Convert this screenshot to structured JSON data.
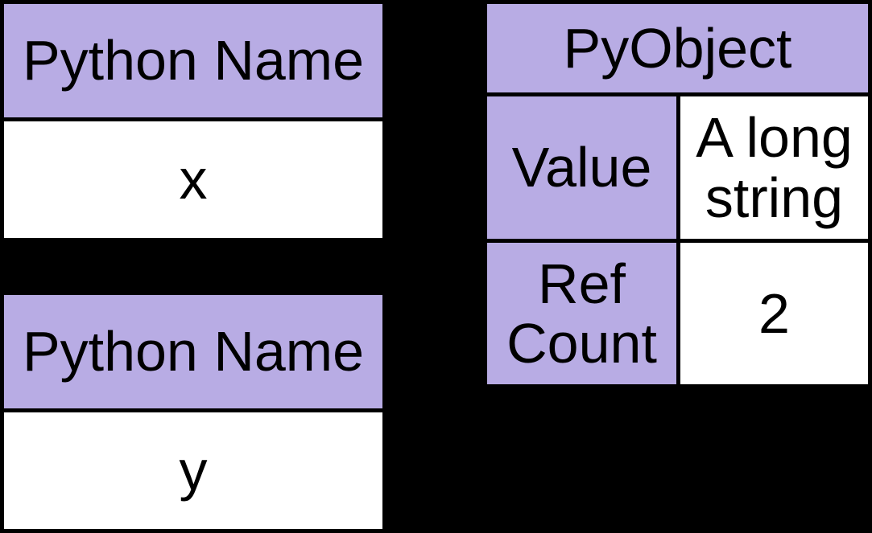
{
  "colors": {
    "background": "#000000",
    "header_fill": "#b8ace4",
    "cell_fill": "#ffffff",
    "border": "#000000",
    "text": "#000000"
  },
  "name_tables": [
    {
      "header": "Python Name",
      "value": "x"
    },
    {
      "header": "Python Name",
      "value": "y"
    }
  ],
  "pyobject_table": {
    "title": "PyObject",
    "rows": [
      {
        "label": "Value",
        "value": "A long string"
      },
      {
        "label": "Ref Count",
        "value": "2"
      }
    ]
  }
}
